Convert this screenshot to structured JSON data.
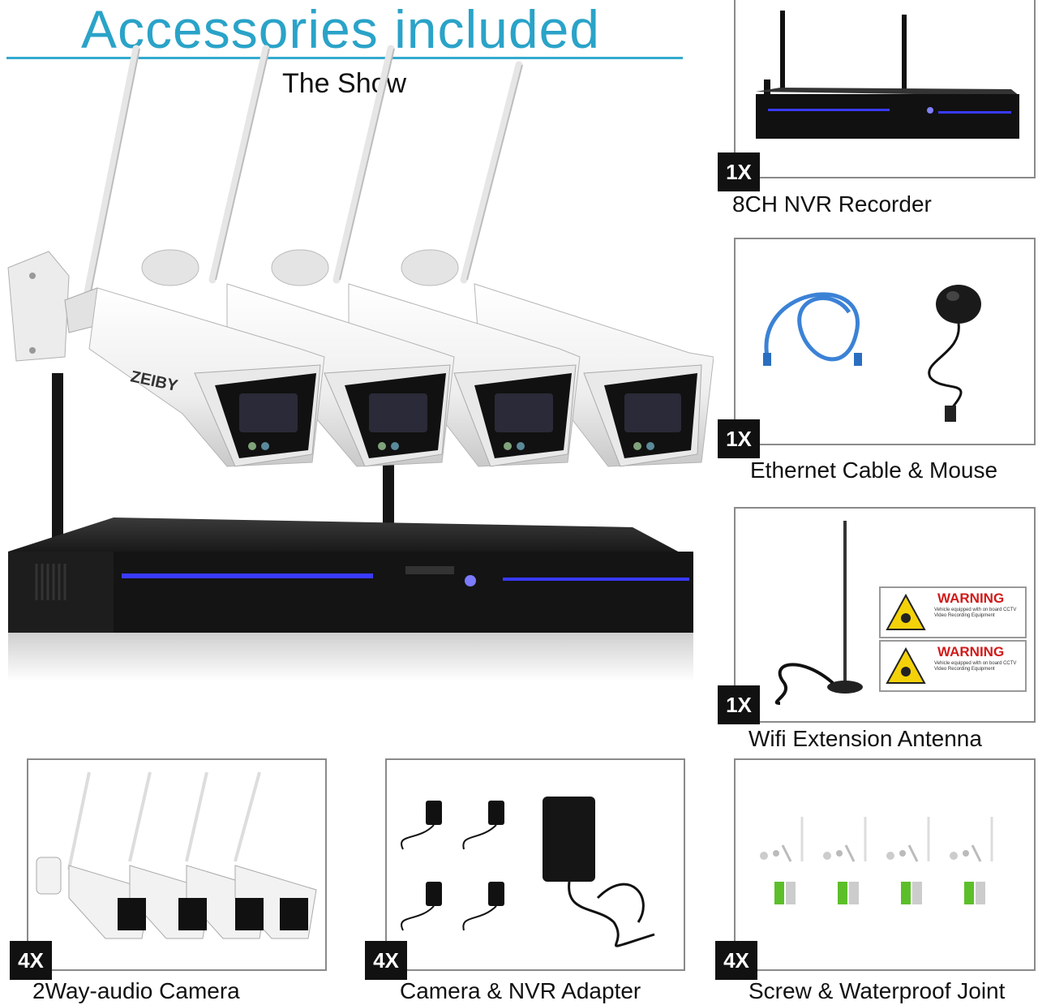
{
  "header": {
    "title": "Accessories included",
    "subtitle": "The Show"
  },
  "hero": {
    "camera_brand": "ZEIBY"
  },
  "accessories": [
    {
      "count": "1X",
      "label": "8CH NVR Recorder"
    },
    {
      "count": "1X",
      "label": "Ethernet Cable & Mouse"
    },
    {
      "count": "1X",
      "label": "Wifi Extension Antenna"
    },
    {
      "count": "4X",
      "label": "2Way-audio Camera"
    },
    {
      "count": "4X",
      "label": "Camera & NVR Adapter"
    },
    {
      "count": "4X",
      "label": "Screw & Waterproof Joint"
    }
  ],
  "warning_sign": {
    "heading": "WARNING",
    "body": "Vehicle equipped with on board CCTV Video Recording Equipment"
  },
  "colors": {
    "title_blue": "#2aa3c8",
    "nvr_led_blue": "#3a3aff",
    "cable_blue": "#3b82d6",
    "warning_red": "#d11a1a",
    "warning_yellow": "#f4d20a"
  }
}
